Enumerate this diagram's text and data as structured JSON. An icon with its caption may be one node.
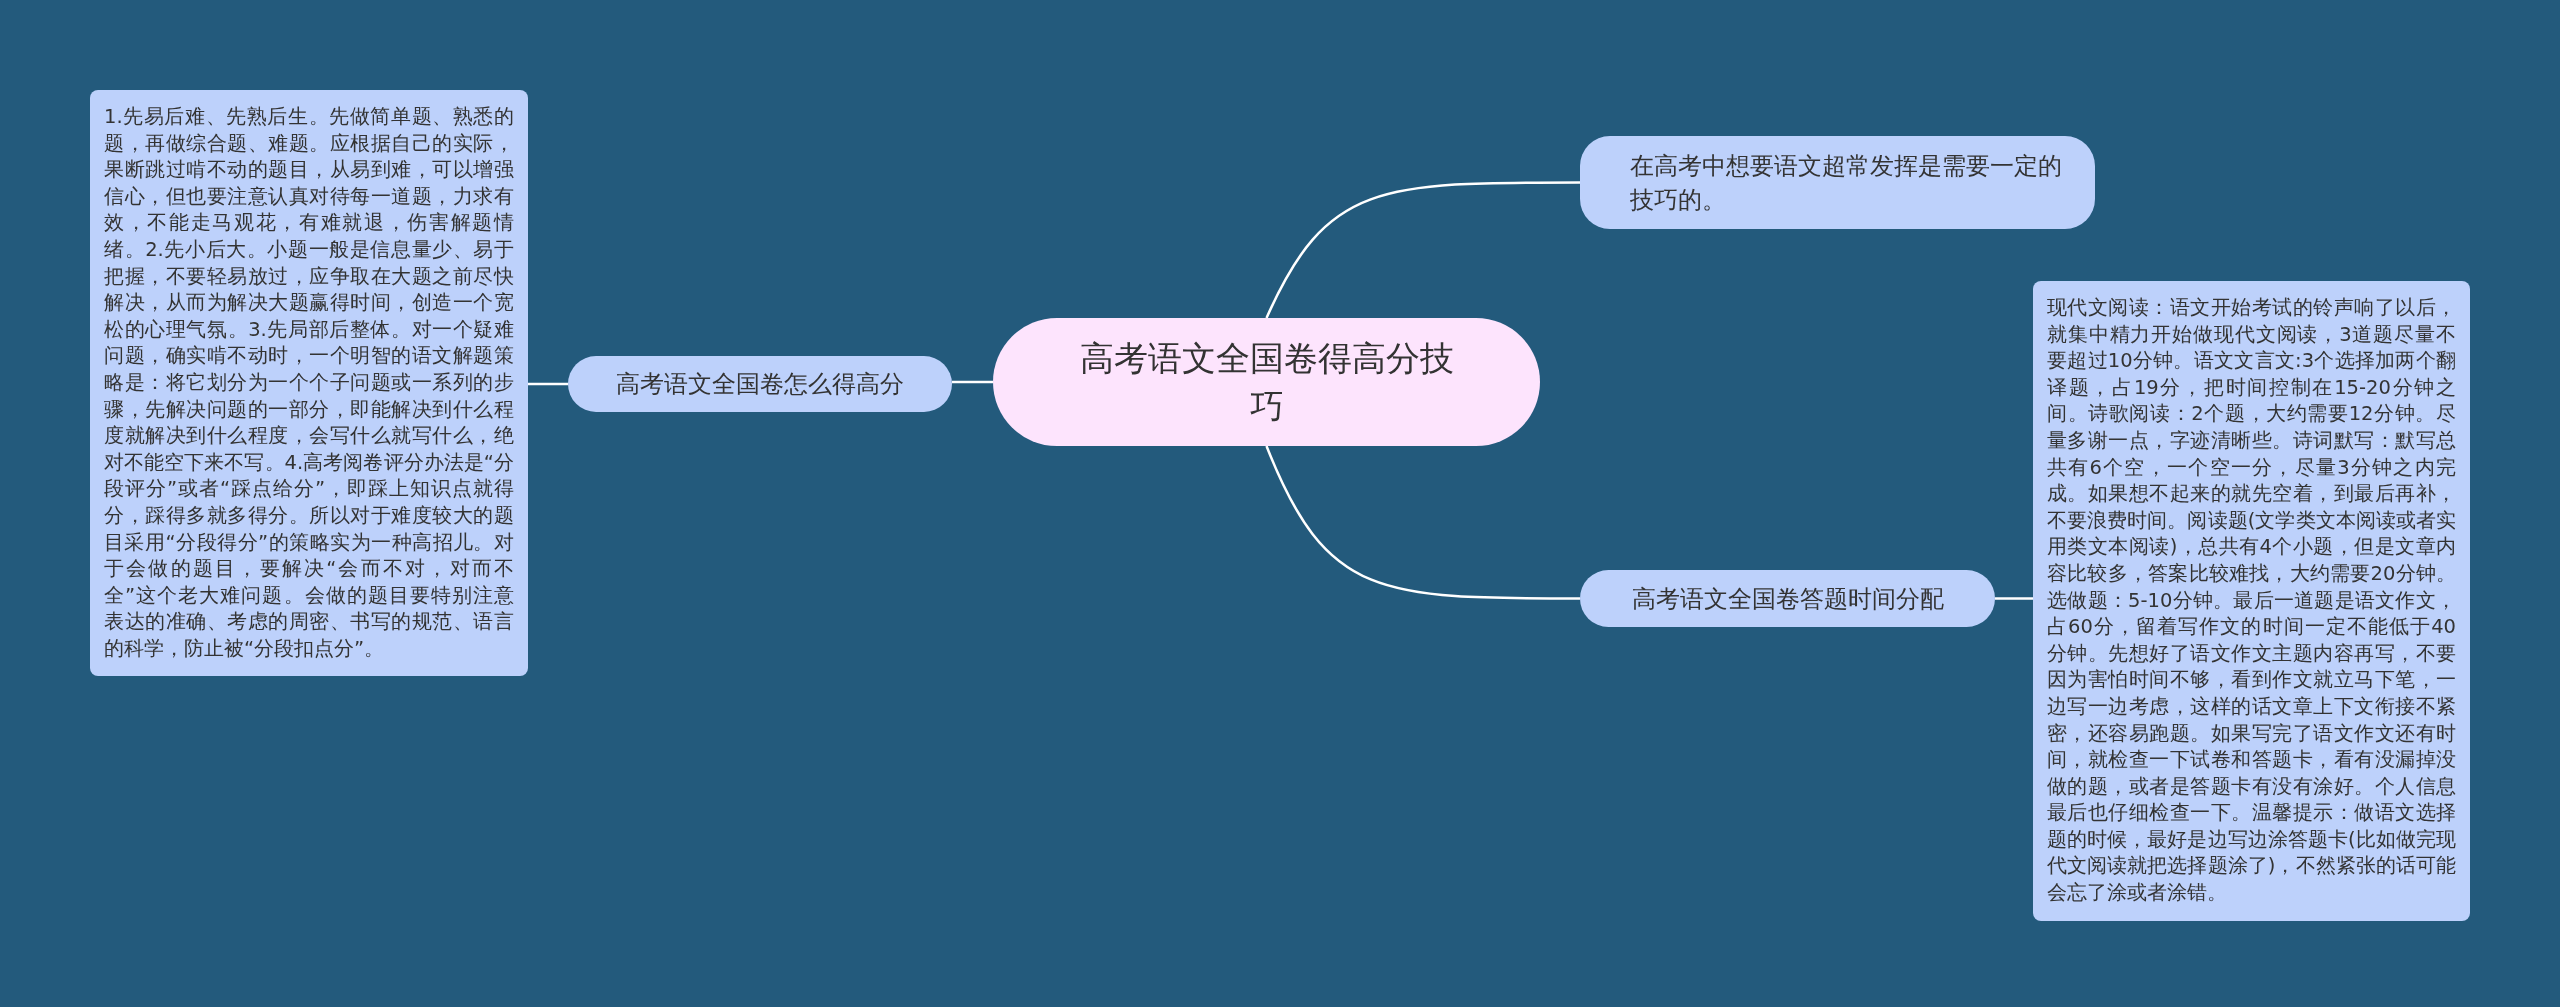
{
  "diagram": {
    "nodes": [
      {
        "text": [
          "高考语文全国卷得高分技巧"
        ]
      },
      {
        "text": [
          "高考语文全国卷怎么得高分"
        ]
      },
      {
        "text": [
          "1.先易后难、先熟后生。先做简单题、熟悉的题，再做综合题、难题。应根据自己的实际，果断跳过啃不动的题目，从易到难，可以增强信心，但也要注意认真对待每一道题，力求有效，不能走马观花，有难就退，伤害解题情绪。2.先小后大。小题一般是信息量少、易于把握，不要轻易放过，应争取在大题之前尽快解决，从而为解决大题赢得时间，创造一个宽松的心理气氛。3.先局部后整体。对一个疑难问题，确实啃不动时，一个明智的语文解题策略是：将它划分为一个个子问题或一系列的步骤，先解决问题的一部分，即能解决到什么程度就解决到什么程度，会写什么就写什么，绝对不能空下来不写。4.高考阅卷评分办法是“分段评分”或者“踩点给分”，即踩上知识点就得分，踩得多就多得分。所以对于难度较大的题目采用“分段得分”的策略实为一种高招儿。对于会做的题目，要解决“会而不对，对而不全”这个老大难问题。会做的题目要特别注意表达的准确、考虑的周密、书写的规范、语言的科学，防止被“分段扣点分”。"
        ]
      },
      {
        "text": [
          "在高考中想要语文超常发挥是需要一定的技巧的。"
        ]
      },
      {
        "text": [
          "高考语文全国卷答题时间分配"
        ]
      },
      {
        "text": [
          "现代文阅读：语文开始考试的铃声响了以后，就集中精力开始做现代文阅读，3道题尽量不要超过10分钟。语文文言文:3个选择加两个翻译题，占19分，把时间控制在15-20分钟之间。诗歌阅读：2个题，大约需要12分钟。尽量多谢一点，字迹清晰些。诗词默写：默写总共有6个空，一个空一分，尽量3分钟之内完成。如果想不起来的就先空着，到最后再补，不要浪费时间。阅读题(文学类文本阅读或者实用类文本阅读)，总共有4个小题，但是文章内容比较多，答案比较难找，大约需要20分钟。选做题：5-10分钟。最后一道题是语文作文，占60分，留着写作文的时间一定不能低于40分钟。先想好了语文作文主题内容再写，不要因为害怕时间不够，看到作文就立马下笔，一边写一边考虑，这样的话文章上下文衔接不紧密，还容易跑题。如果写完了语文作文还有时间，就检查一下试卷和答题卡，看有没漏掉没做的题，或者是答题卡有没有涂好。个人信息最后也仔细检查一下。温馨提示：做语文选择题的时候，最好是边写边涂答题卡(比如做完现代文阅读就把选择题涂了)，不然紧张的话可能会忘了涂或者涂错。"
        ]
      }
    ],
    "edges": [
      {
        "from": 0,
        "to": 1,
        "arrow": "none"
      },
      {
        "from": 1,
        "to": 2,
        "arrow": "none"
      },
      {
        "from": 0,
        "to": 3,
        "arrow": "none"
      },
      {
        "from": 0,
        "to": 4,
        "arrow": "none"
      },
      {
        "from": 4,
        "to": 5,
        "arrow": "none"
      }
    ]
  }
}
